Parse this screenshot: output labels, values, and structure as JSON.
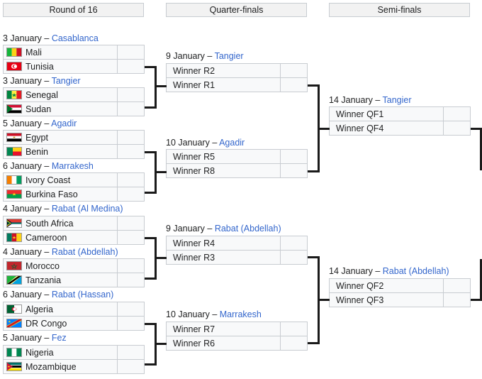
{
  "rounds": [
    {
      "key": "r16",
      "label": "Round of 16"
    },
    {
      "key": "qf",
      "label": "Quarter-finals"
    },
    {
      "key": "sf",
      "label": "Semi-finals"
    }
  ],
  "colors": {
    "box_border": "#c8ccd1",
    "box_fill": "#f8f9fa",
    "header_fill": "#f2f2f2",
    "link_blue": "#3366cc",
    "text": "#202122",
    "connector": "#1a1a1a"
  },
  "round_of_16": [
    {
      "date": "3 January",
      "separator": " – ",
      "venue": "Casablanca",
      "teams": [
        {
          "name": "Mali",
          "flag": "mali",
          "score": ""
        },
        {
          "name": "Tunisia",
          "flag": "tunisia",
          "score": ""
        }
      ]
    },
    {
      "date": "3 January",
      "separator": " – ",
      "venue": "Tangier",
      "teams": [
        {
          "name": "Senegal",
          "flag": "senegal",
          "score": ""
        },
        {
          "name": "Sudan",
          "flag": "sudan",
          "score": ""
        }
      ]
    },
    {
      "date": "5 January",
      "separator": " – ",
      "venue": "Agadir",
      "teams": [
        {
          "name": "Egypt",
          "flag": "egypt",
          "score": ""
        },
        {
          "name": "Benin",
          "flag": "benin",
          "score": ""
        }
      ]
    },
    {
      "date": "6 January",
      "separator": " – ",
      "venue": "Marrakesh",
      "teams": [
        {
          "name": "Ivory Coast",
          "flag": "ivorycoast",
          "score": ""
        },
        {
          "name": "Burkina Faso",
          "flag": "burkinafaso",
          "score": ""
        }
      ]
    },
    {
      "date": "4 January",
      "separator": " – ",
      "venue": "Rabat (Al Medina)",
      "teams": [
        {
          "name": "South Africa",
          "flag": "southafrica",
          "score": ""
        },
        {
          "name": "Cameroon",
          "flag": "cameroon",
          "score": ""
        }
      ]
    },
    {
      "date": "4 January",
      "separator": " – ",
      "venue": "Rabat (Abdellah)",
      "teams": [
        {
          "name": "Morocco",
          "flag": "morocco",
          "score": ""
        },
        {
          "name": "Tanzania",
          "flag": "tanzania",
          "score": ""
        }
      ]
    },
    {
      "date": "6 January",
      "separator": " – ",
      "venue": "Rabat (Hassan)",
      "teams": [
        {
          "name": "Algeria",
          "flag": "algeria",
          "score": ""
        },
        {
          "name": "DR Congo",
          "flag": "drcongo",
          "score": ""
        }
      ]
    },
    {
      "date": "5 January",
      "separator": " – ",
      "venue": "Fez",
      "teams": [
        {
          "name": "Nigeria",
          "flag": "nigeria",
          "score": ""
        },
        {
          "name": "Mozambique",
          "flag": "mozambique",
          "score": ""
        }
      ]
    }
  ],
  "quarter_finals": [
    {
      "date": "9 January",
      "separator": " – ",
      "venue": "Tangier",
      "teams": [
        {
          "name": "Winner R2",
          "score": ""
        },
        {
          "name": "Winner R1",
          "score": ""
        }
      ]
    },
    {
      "date": "10 January",
      "separator": " – ",
      "venue": "Agadir",
      "teams": [
        {
          "name": "Winner R5",
          "score": ""
        },
        {
          "name": "Winner R8",
          "score": ""
        }
      ]
    },
    {
      "date": "9 January",
      "separator": " – ",
      "venue": "Rabat (Abdellah)",
      "teams": [
        {
          "name": "Winner R4",
          "score": ""
        },
        {
          "name": "Winner R3",
          "score": ""
        }
      ]
    },
    {
      "date": "10 January",
      "separator": " – ",
      "venue": "Marrakesh",
      "teams": [
        {
          "name": "Winner R7",
          "score": ""
        },
        {
          "name": "Winner R6",
          "score": ""
        }
      ]
    }
  ],
  "semi_finals": [
    {
      "date": "14 January",
      "separator": " – ",
      "venue": "Tangier",
      "teams": [
        {
          "name": "Winner QF1",
          "score": ""
        },
        {
          "name": "Winner QF4",
          "score": ""
        }
      ]
    },
    {
      "date": "14 January",
      "separator": " – ",
      "venue": "Rabat (Abdellah)",
      "teams": [
        {
          "name": "Winner QF2",
          "score": ""
        },
        {
          "name": "Winner QF3",
          "score": ""
        }
      ]
    }
  ]
}
